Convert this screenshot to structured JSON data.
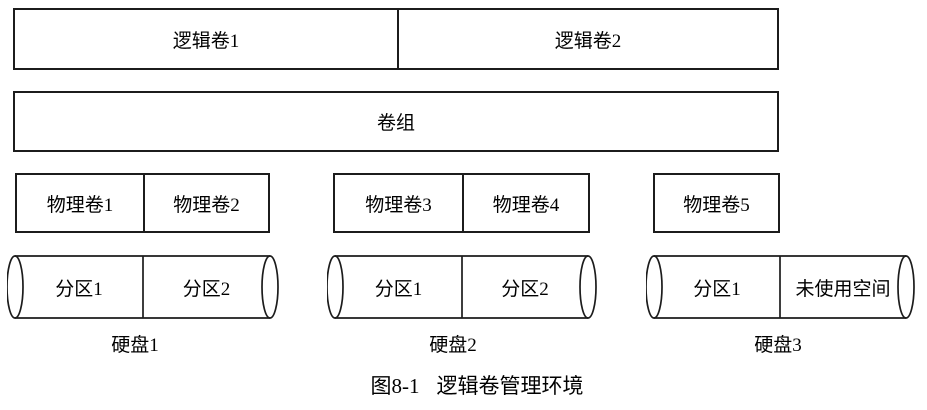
{
  "figure": {
    "caption_number": "图8-1",
    "caption_text": "逻辑卷管理环境"
  },
  "logical_volumes": [
    {
      "label": "逻辑卷1"
    },
    {
      "label": "逻辑卷2"
    }
  ],
  "volume_group": {
    "label": "卷组"
  },
  "physical_volume_groups": [
    {
      "volumes": [
        "物理卷1",
        "物理卷2"
      ]
    },
    {
      "volumes": [
        "物理卷3",
        "物理卷4"
      ]
    },
    {
      "volumes": [
        "物理卷5"
      ]
    }
  ],
  "disks": [
    {
      "name": "硬盘1",
      "partitions": [
        "分区1",
        "分区2"
      ]
    },
    {
      "name": "硬盘2",
      "partitions": [
        "分区1",
        "分区2"
      ]
    },
    {
      "name": "硬盘3",
      "partitions": [
        "分区1",
        "未使用空间"
      ]
    }
  ],
  "colors": {
    "line": "#1c1c1c",
    "text": "#000000",
    "background": "#ffffff"
  }
}
